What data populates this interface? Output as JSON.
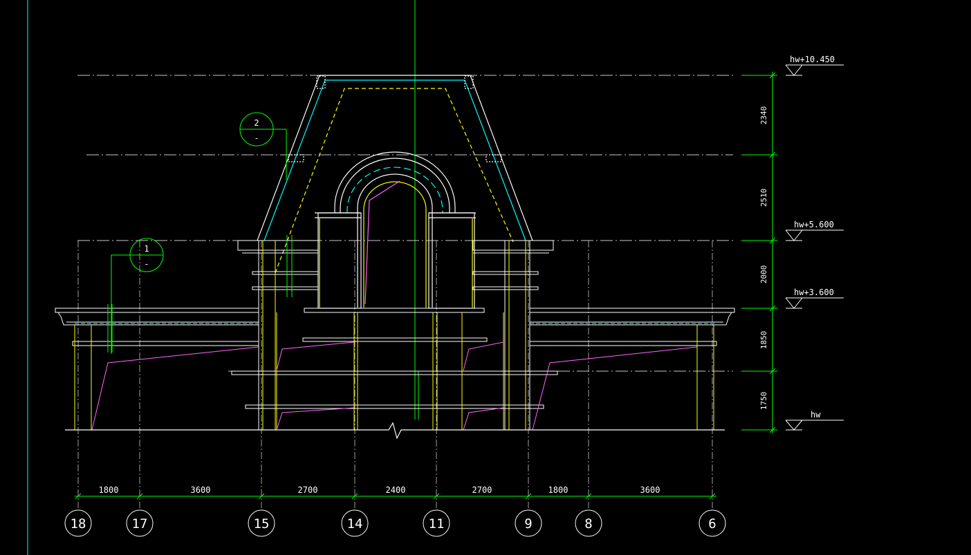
{
  "colors": {
    "background": "#000000",
    "white": "#ffffff",
    "green": "#00ff00",
    "cyan": "#00ffff",
    "yellow": "#ffff00",
    "magenta": "#ff66ff",
    "grey": "#c8c8c8"
  },
  "elevations": [
    {
      "label": "hw+10.450"
    },
    {
      "label": "hw+5.600"
    },
    {
      "label": "hw+3.600"
    },
    {
      "label": "hw"
    }
  ],
  "vertical_dimensions": [
    "2340",
    "2510",
    "2000",
    "1850",
    "1750"
  ],
  "horizontal_dimensions": [
    "1800",
    "3600",
    "2700",
    "2400",
    "2700",
    "1800",
    "3600"
  ],
  "grid_axes": [
    "18",
    "17",
    "15",
    "14",
    "11",
    "9",
    "8",
    "6"
  ],
  "section_markers": [
    {
      "top": "2",
      "bottom": "-"
    },
    {
      "top": "1",
      "bottom": "-"
    }
  ]
}
